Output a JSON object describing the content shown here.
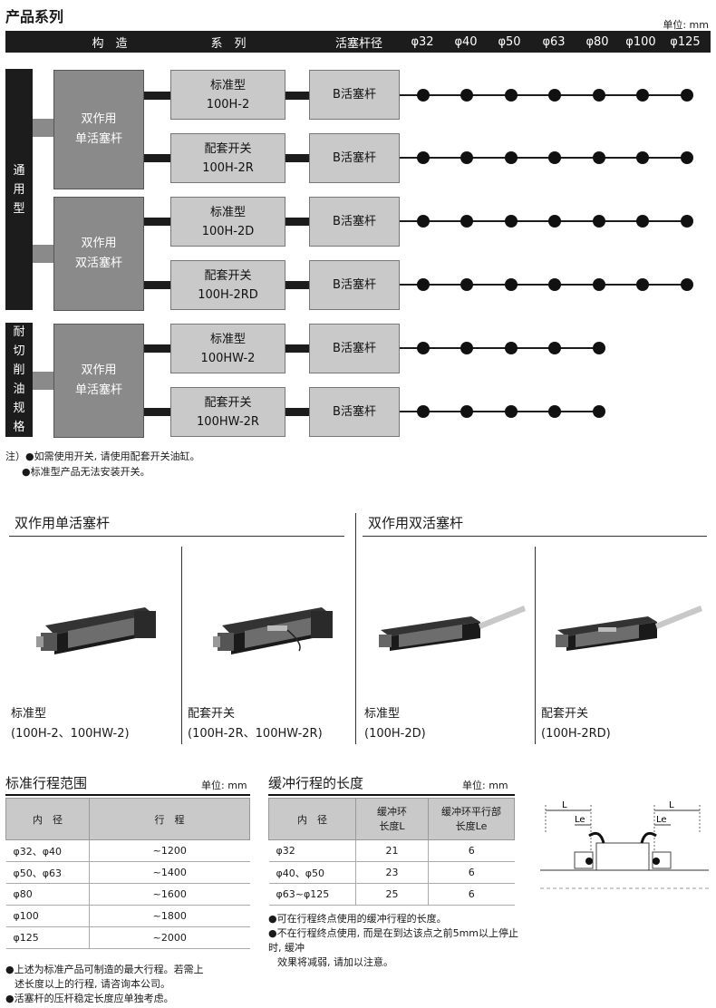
{
  "header": {
    "title": "产品系列",
    "unit": "单位: mm"
  },
  "table_header": {
    "structure": "构　造",
    "series": "系　列",
    "rod_dia": "活塞杆径",
    "sizes": [
      "φ32",
      "φ40",
      "φ50",
      "φ63",
      "φ80",
      "φ100",
      "φ125"
    ]
  },
  "groups": [
    {
      "label": [
        "通",
        "用",
        "型"
      ],
      "structures": [
        {
          "name": [
            "双作用",
            "单活塞杆"
          ],
          "rows": [
            {
              "series": [
                "标准型",
                "100H-2"
              ],
              "rod": "B活塞杆",
              "available": 7
            },
            {
              "series": [
                "配套开关",
                "100H-2R"
              ],
              "rod": "B活塞杆",
              "available": 7
            }
          ]
        },
        {
          "name": [
            "双作用",
            "双活塞杆"
          ],
          "rows": [
            {
              "series": [
                "标准型",
                "100H-2D"
              ],
              "rod": "B活塞杆",
              "available": 7
            },
            {
              "series": [
                "配套开关",
                "100H-2RD"
              ],
              "rod": "B活塞杆",
              "available": 7
            }
          ]
        }
      ]
    },
    {
      "label": [
        "耐",
        "切",
        "削",
        "油",
        "规",
        "格"
      ],
      "structures": [
        {
          "name": [
            "双作用",
            "单活塞杆"
          ],
          "rows": [
            {
              "series": [
                "标准型",
                "100HW-2"
              ],
              "rod": "B活塞杆",
              "available": 5
            },
            {
              "series": [
                "配套开关",
                "100HW-2R"
              ],
              "rod": "B活塞杆",
              "available": 5
            }
          ]
        }
      ]
    }
  ],
  "notes": [
    "注）●如需使用开关, 请使用配套开关油缸。",
    "●标准型产品无法安装开关。"
  ],
  "gallery": {
    "single_title": "双作用单活塞杆",
    "double_title": "双作用双活塞杆",
    "items": [
      {
        "line1": "标准型",
        "line2": "(100H-2、100HW-2)"
      },
      {
        "line1": "配套开关",
        "line2": "(100H-2R、100HW-2R)"
      },
      {
        "line1": "标准型",
        "line2": "(100H-2D)"
      },
      {
        "line1": "配套开关",
        "line2": "(100H-2RD)"
      }
    ]
  },
  "stroke": {
    "title": "标准行程范围",
    "unit": "单位: mm",
    "col1": "内　径",
    "col2": "行　程",
    "rows": [
      [
        "φ32、φ40",
        "~1200"
      ],
      [
        "φ50、φ63",
        "~1400"
      ],
      [
        "φ80",
        "~1600"
      ],
      [
        "φ100",
        "~1800"
      ],
      [
        "φ125",
        "~2000"
      ]
    ],
    "notes": [
      "●上述为标准产品可制造的最大行程。若需上",
      "述长度以上的行程, 请咨询本公司。",
      "●活塞杆的压杆稳定长度应单独考虑。"
    ]
  },
  "cushion": {
    "title": "缓冲行程的长度",
    "unit": "单位: mm",
    "col1": "内　径",
    "col2": [
      "缓冲环",
      "长度L"
    ],
    "col3": [
      "缓冲环平行部",
      "长度Le"
    ],
    "rows": [
      [
        "φ32",
        "21",
        "6"
      ],
      [
        "φ40、φ50",
        "23",
        "6"
      ],
      [
        "φ63~φ125",
        "25",
        "6"
      ]
    ],
    "notes": [
      "●可在行程终点使用的缓冲行程的长度。",
      "●不在行程终点使用, 而是在到达该点之前5mm以上停止时, 缓冲",
      "效果将减弱, 请加以注意。"
    ],
    "diagram_labels": {
      "L": "L",
      "Le": "Le"
    }
  }
}
